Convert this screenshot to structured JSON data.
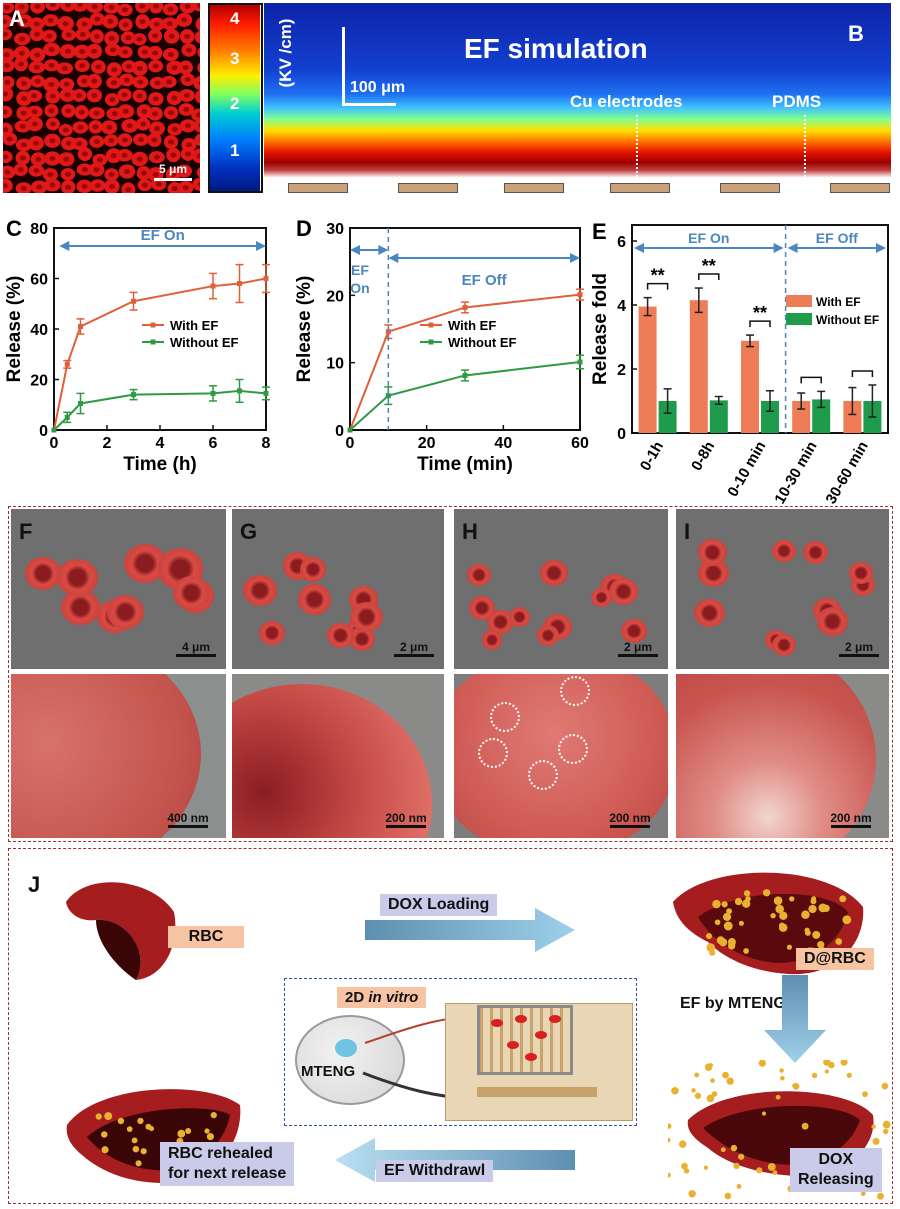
{
  "panels": {
    "A": {
      "letter": "A",
      "scale": "5 μm"
    },
    "B": {
      "letter": "B",
      "title": "EF simulation",
      "scale": "100 μm",
      "colorbar_unit": "(KV /cm)",
      "colorbar_ticks": [
        "4",
        "3",
        "2",
        "1"
      ],
      "label_electrodes": "Cu electrodes",
      "label_pdms": "PDMS"
    },
    "F": {
      "letter": "F",
      "scale_top": "4 μm",
      "scale_bottom": "400 nm"
    },
    "G": {
      "letter": "G",
      "scale_top": "2 μm",
      "scale_bottom": "200 nm"
    },
    "H": {
      "letter": "H",
      "scale_top": "2 μm",
      "scale_bottom": "200 nm"
    },
    "I": {
      "letter": "I",
      "scale_top": "2 μm",
      "scale_bottom": "200 nm"
    },
    "J": {
      "letter": "J",
      "rbc": "RBC",
      "dox_loading": "DOX Loading",
      "d_rbc": "D@RBC",
      "ef_by_mteng": "EF by MTENG",
      "inset_title_a": "2D ",
      "inset_title_b": "in vitro",
      "mteng": "MTENG",
      "rehealed_1": "RBC rehealed",
      "rehealed_2": "for next release",
      "ef_withdrawl": "EF Withdrawl",
      "dox_releasing_1": "DOX",
      "dox_releasing_2": "Releasing"
    }
  },
  "chart_data": [
    {
      "id": "C",
      "letter": "C",
      "type": "line",
      "xlabel": "Time (h)",
      "ylabel": "Release (%)",
      "xlim": [
        0,
        8
      ],
      "ylim": [
        0,
        80
      ],
      "xticks": [
        "0",
        "2",
        "4",
        "6",
        "8"
      ],
      "yticks": [
        "0",
        "20",
        "40",
        "60",
        "80"
      ],
      "annotation": "EF On",
      "series": [
        {
          "name": "With EF",
          "color": "#e0603a",
          "x": [
            0,
            0.5,
            1,
            3,
            6,
            7,
            8
          ],
          "y": [
            0,
            26,
            41,
            51,
            57,
            58,
            60
          ],
          "err": [
            0,
            1.5,
            3,
            3.5,
            5,
            7.5,
            5.5
          ]
        },
        {
          "name": "Without EF",
          "color": "#2e9a44",
          "x": [
            0,
            0.5,
            1,
            3,
            6,
            7,
            8
          ],
          "y": [
            0,
            5,
            10.5,
            14,
            14.5,
            15.5,
            14.5
          ],
          "err": [
            0,
            2,
            4,
            2,
            3,
            4.5,
            2.5
          ]
        }
      ]
    },
    {
      "id": "D",
      "letter": "D",
      "type": "line",
      "xlabel": "Time (min)",
      "ylabel": "Release (%)",
      "xlim": [
        0,
        60
      ],
      "ylim": [
        0,
        30
      ],
      "xticks": [
        "0",
        "20",
        "40",
        "60"
      ],
      "yticks": [
        "0",
        "10",
        "20",
        "30"
      ],
      "annotation_on_1": "EF",
      "annotation_on_2": "On",
      "annotation_off": "EF Off",
      "series": [
        {
          "name": "With EF",
          "color": "#e0603a",
          "x": [
            0,
            10,
            30,
            60
          ],
          "y": [
            0,
            14.6,
            18.2,
            20.1
          ],
          "err": [
            0,
            1,
            0.8,
            0.8
          ]
        },
        {
          "name": "Without EF",
          "color": "#2e9a44",
          "x": [
            0,
            10,
            30,
            60
          ],
          "y": [
            0,
            5.1,
            8.1,
            10.1
          ],
          "err": [
            0,
            1.3,
            0.8,
            1
          ]
        }
      ]
    },
    {
      "id": "E",
      "letter": "E",
      "type": "bar",
      "ylabel": "Release fold",
      "ylim": [
        0,
        6.5
      ],
      "yticks": [
        "0",
        "2",
        "4",
        "6"
      ],
      "categories": [
        "0-1h",
        "0-8h",
        "0-10 min",
        "10-30 min",
        "30-60 min"
      ],
      "annotation_on": "EF On",
      "annotation_off": "EF Off",
      "significance": [
        "**",
        "**",
        "**",
        "",
        ""
      ],
      "series": [
        {
          "name": "With EF",
          "color": "#ee7d57",
          "values": [
            3.95,
            4.15,
            2.88,
            1.0,
            1.0
          ],
          "err": [
            0.28,
            0.38,
            0.18,
            0.25,
            0.42
          ]
        },
        {
          "name": "Without EF",
          "color": "#1e9b4b",
          "values": [
            1.0,
            1.02,
            1.0,
            1.05,
            1.0
          ],
          "err": [
            0.38,
            0.12,
            0.32,
            0.25,
            0.5
          ]
        }
      ]
    }
  ]
}
